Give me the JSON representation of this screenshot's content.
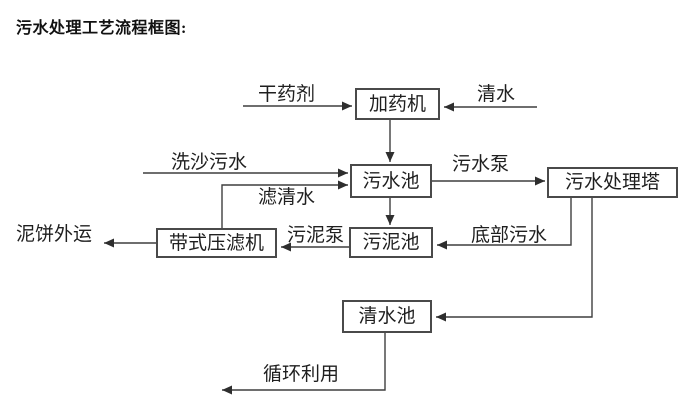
{
  "title": "污水处理工艺流程框图:",
  "diagram": {
    "nodes": {
      "dosing_machine": "加药机",
      "sewage_pool": "污水池",
      "treatment_tower": "污水处理塔",
      "sludge_pool": "污泥池",
      "belt_filter_press": "带式压滤机",
      "clear_water_pool": "清水池"
    },
    "edge_labels": {
      "dry_agent": "干药剂",
      "clear_water": "清水",
      "sand_washing_sewage": "洗沙污水",
      "sewage_pump": "污水泵",
      "filtered_water": "滤清水",
      "sludge_pump": "污泥泵",
      "bottom_sewage": "底部污水",
      "mud_cake_out": "泥饼外运",
      "recycle": "循环利用"
    },
    "colors": {
      "line": "#3f3f3f",
      "text": "#1f1f1f",
      "background": "#ffffff"
    }
  }
}
